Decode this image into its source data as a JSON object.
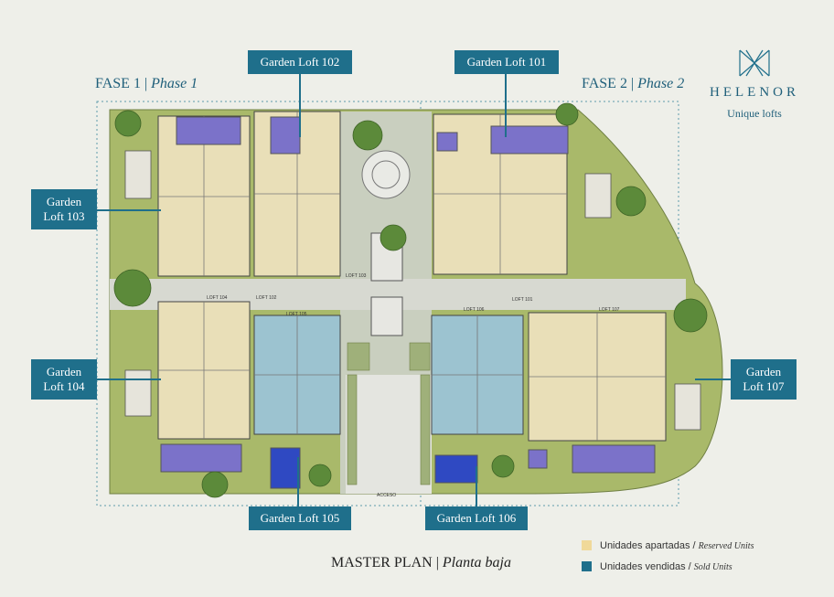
{
  "colors": {
    "accent": "#1f6f8b",
    "reserved": "#f0d99a",
    "sold": "#1f6f8b",
    "unit_fill": "#e9dfb8",
    "sold_fill": "#9cc3d0",
    "pool": "#7b72c9",
    "garden": "#a9b96a",
    "walkway": "#cfd4c8"
  },
  "brand": {
    "name": "HELENOR",
    "tagline": "Unique lofts",
    "logo": "helenor-monogram-logo"
  },
  "phases": [
    {
      "label": "FASE 1",
      "sublabel": "Phase 1"
    },
    {
      "label": "FASE 2",
      "sublabel": "Phase 2"
    }
  ],
  "callouts": {
    "l101": "Garden Loft 101",
    "l102": "Garden Loft 102",
    "l103a": "Garden",
    "l103b": "Loft 103",
    "l104a": "Garden",
    "l104b": "Loft 104",
    "l105": "Garden Loft 105",
    "l106": "Garden Loft 106",
    "l107a": "Garden",
    "l107b": "Loft 107"
  },
  "legend": [
    {
      "label": "Unidades apartadas /",
      "sublabel": "Reserved Units",
      "color": "#f0d99a"
    },
    {
      "label": "Unidades vendidas /",
      "sublabel": "Sold Units",
      "color": "#1f6f8b"
    }
  ],
  "plan_title": {
    "label": "MASTER PLAN",
    "sublabel": "Planta baja"
  },
  "plan_labels": [
    "LOFT 101",
    "LOFT 102",
    "LOFT 103",
    "LOFT 104",
    "LOFT 105",
    "LOFT 106",
    "LOFT 107",
    "ACCESO"
  ]
}
